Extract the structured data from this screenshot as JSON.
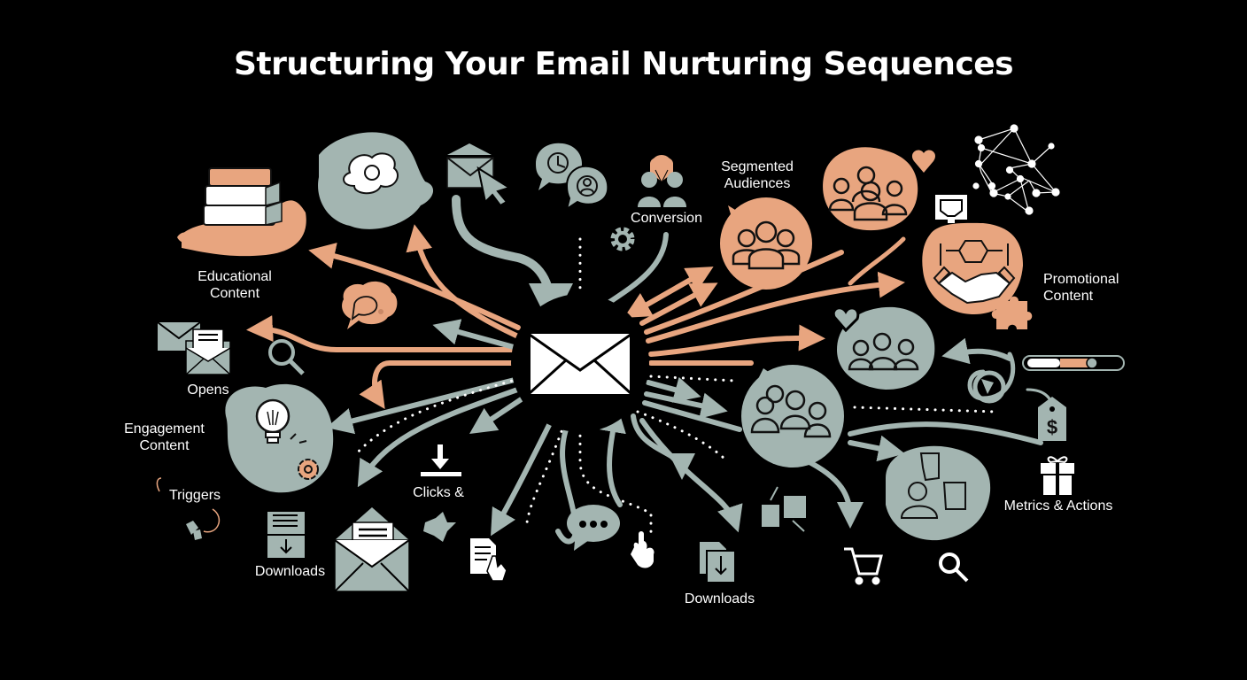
{
  "title": "Structuring Your Email Nurturing Sequences",
  "colors": {
    "background": "#000000",
    "sage": "#a3b5b1",
    "peach": "#e8a57f",
    "white": "#ffffff",
    "outline": "#111111"
  },
  "center": {
    "icon": "envelope-icon"
  },
  "labels": {
    "educational_1": "Educational",
    "educational_2": "Content",
    "segmented_1": "Segmented",
    "segmented_2": "Audiences",
    "conversion": "Conversion",
    "promotional_1": "Promotional",
    "promotional_2": "Content",
    "opens": "Opens",
    "engagement_1": "Engagement",
    "engagement_2": "Content",
    "triggers": "Triggers",
    "clicks": "Clicks &",
    "downloads_left": "Downloads",
    "downloads_center": "Downloads",
    "metrics": "Metrics & Actions"
  },
  "icons": [
    "books-icon",
    "thought-bubble-icon",
    "envelope-cursor-icon",
    "chat-timer-icon",
    "users-group-icon",
    "gear-icon",
    "audience-bubble-icon",
    "heart-icon",
    "network-icon",
    "monitor-icon",
    "handshake-icon",
    "puzzle-icon",
    "envelopes-icon",
    "magnifier-icon",
    "chat-bubbles-icon",
    "lightbulb-icon",
    "flower-gear-icon",
    "download-tray-icon",
    "open-envelope-icon",
    "download-arrow-icon",
    "document-hand-icon",
    "speech-bubble-icon",
    "pointer-hand-icon",
    "downloads-icon",
    "puzzle-network-icon",
    "cart-icon",
    "search-icon",
    "gift-icon",
    "price-tag-icon",
    "progress-slider-icon",
    "refresh-icon"
  ]
}
